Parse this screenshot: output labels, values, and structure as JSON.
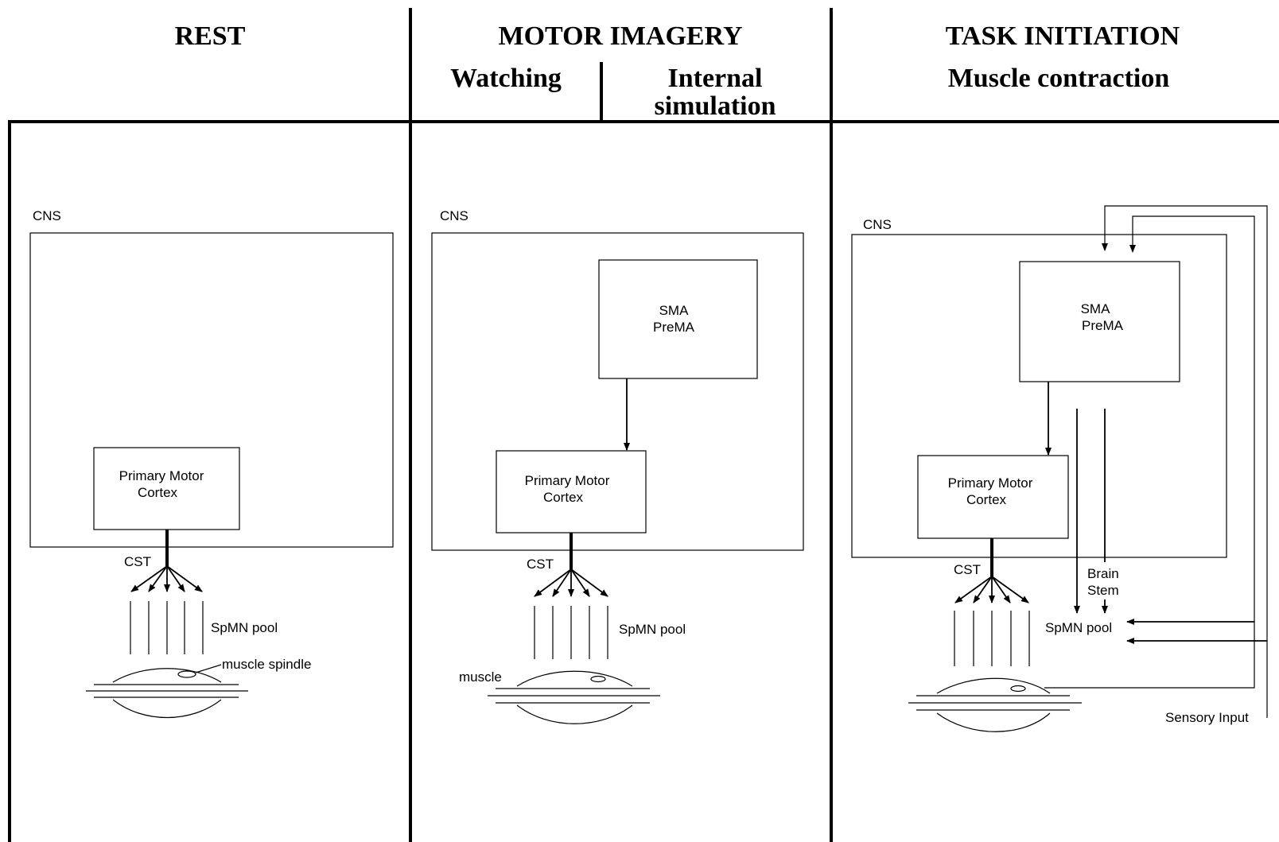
{
  "headers": {
    "rest": "REST",
    "motor_imagery": "MOTOR IMAGERY",
    "watching": "Watching",
    "internal_line1": "Internal",
    "internal_line2": "simulation",
    "task_initiation": "TASK INITIATION",
    "muscle_contraction": "Muscle contraction"
  },
  "rest": {
    "cns": "CNS",
    "pmc_line1": "Primary Motor",
    "pmc_line2": "Cortex",
    "cst": "CST",
    "spmn": "SpMN pool",
    "spindle": "muscle spindle"
  },
  "imagery": {
    "cns": "CNS",
    "sma": "SMA",
    "prema": "PreMA",
    "pmc_line1": "Primary Motor",
    "pmc_line2": "Cortex",
    "cst": "CST",
    "spmn": "SpMN pool",
    "muscle": "muscle"
  },
  "task": {
    "cns": "CNS",
    "sma": "SMA",
    "prema": "PreMA",
    "pmc_line1": "Primary Motor",
    "pmc_line2": "Cortex",
    "cst": "CST",
    "brain_line1": "Brain",
    "brain_line2": "Stem",
    "spmn": "SpMN pool",
    "sensory": "Sensory Input"
  }
}
